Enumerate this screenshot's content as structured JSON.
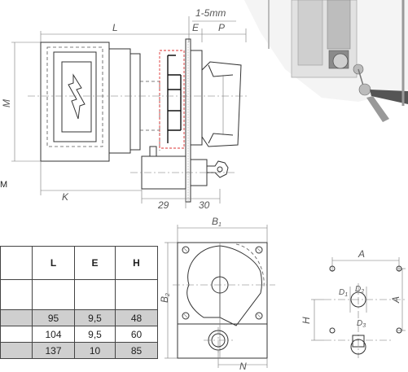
{
  "drawing": {
    "side_view": {
      "dim_L": "L",
      "dim_E": "E",
      "dim_P": "P",
      "dim_M": "M",
      "dim_K": "K",
      "dim_29": "29",
      "dim_30": "30",
      "panel_thickness": "1-5mm"
    },
    "front_view": {
      "dim_B1": "B",
      "dim_B1_sub": "1",
      "dim_B2": "B",
      "dim_B2_sub": "2",
      "dim_N": "N"
    },
    "cutout_view": {
      "dim_A_top": "A",
      "dim_A_side": "A",
      "dim_H": "H",
      "dim_D1": "D",
      "dim_D1_sub": "1",
      "dim_D2": "D",
      "dim_D2_sub": "2",
      "dim_D3": "D",
      "dim_D3_sub": "3"
    },
    "left_label": "M"
  },
  "table": {
    "headers": [
      "",
      "L",
      "E",
      "H"
    ],
    "rows": [
      {
        "cells": [
          "",
          "",
          "",
          ""
        ],
        "shaded": false
      },
      {
        "cells": [
          "",
          "95",
          "9,5",
          "48"
        ],
        "shaded": true
      },
      {
        "cells": [
          "",
          "104",
          "9,5",
          "60"
        ],
        "shaded": false
      },
      {
        "cells": [
          "",
          "137",
          "10",
          "85"
        ],
        "shaded": true
      }
    ]
  }
}
